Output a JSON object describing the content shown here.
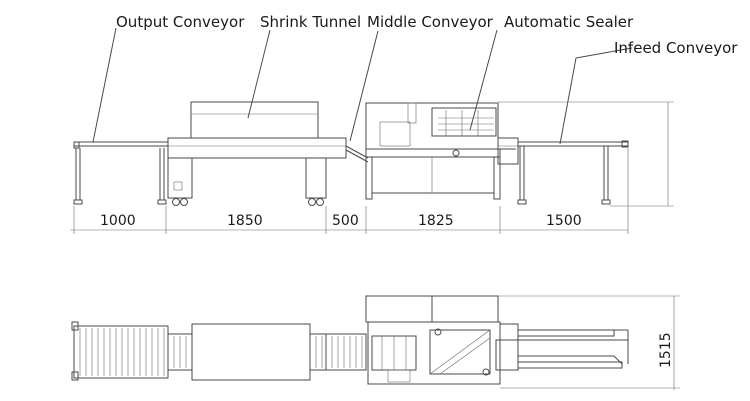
{
  "callouts": {
    "output_conveyor": "Output Conveyor",
    "shrink_tunnel": "Shrink Tunnel",
    "middle_conveyor": "Middle Conveyor",
    "automatic_sealer": "Automatic Sealer",
    "infeed_conveyor": "Infeed Conveyor"
  },
  "dimensions": {
    "output_length": "1000",
    "tunnel_length": "1850",
    "middle_length": "500",
    "sealer_length": "1825",
    "infeed_length": "1500",
    "overall_width": "1515"
  },
  "colors": {
    "line": "#4a4a4a",
    "text": "#1a1a1a",
    "background": "#ffffff"
  }
}
